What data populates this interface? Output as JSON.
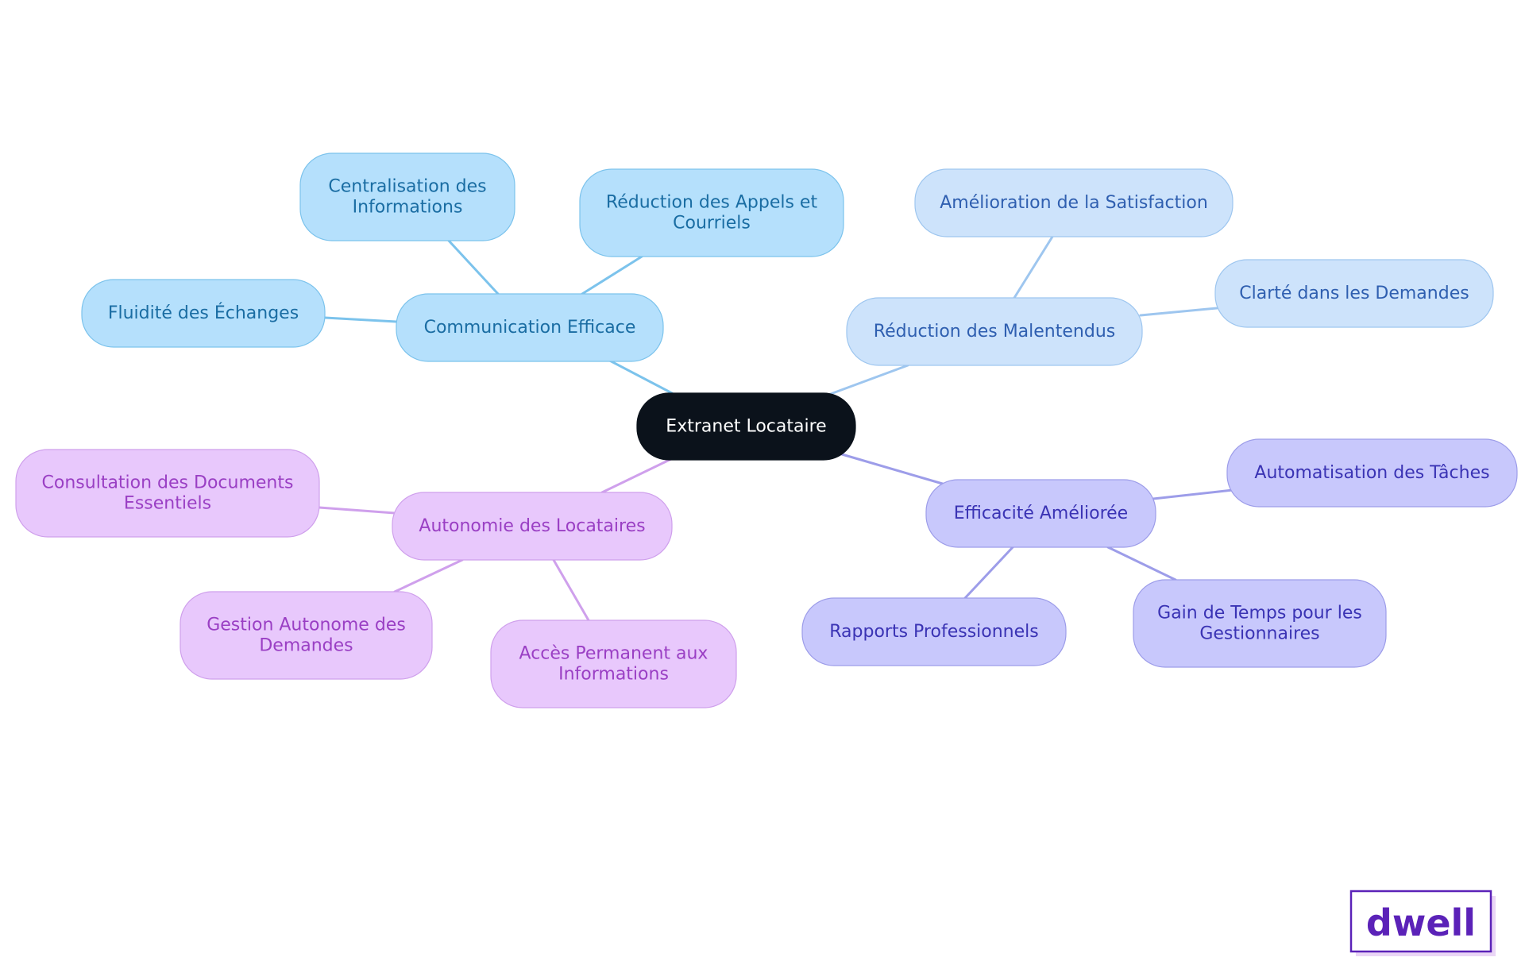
{
  "diagram": {
    "type": "mindmap",
    "root": {
      "label": "Extranet Locataire",
      "color": "#0b121b",
      "text_color": "#ffffff"
    },
    "branches": [
      {
        "id": "communication",
        "label": "Communication Efficace",
        "fill": "#b5e0fc",
        "stroke": "#7cc3ec",
        "text_color": "#1a6da3",
        "line_color": "#7cc3ec",
        "children": [
          {
            "id": "centralisation",
            "label_lines": [
              "Centralisation des",
              "Informations"
            ]
          },
          {
            "id": "reduction-appels",
            "label_lines": [
              "Réduction des Appels et",
              "Courriels"
            ]
          },
          {
            "id": "fluidite",
            "label_lines": [
              "Fluidité des Échanges"
            ]
          }
        ]
      },
      {
        "id": "malentendus",
        "label": "Réduction des Malentendus",
        "fill": "#cde3fb",
        "stroke": "#9ec6ef",
        "text_color": "#2f5fb0",
        "line_color": "#9ec6ef",
        "children": [
          {
            "id": "satisfaction",
            "label_lines": [
              "Amélioration de la Satisfaction"
            ]
          },
          {
            "id": "clarte",
            "label_lines": [
              "Clarté dans les Demandes"
            ]
          }
        ]
      },
      {
        "id": "efficacite",
        "label": "Efficacité Améliorée",
        "fill": "#c8c8fc",
        "stroke": "#9d9de9",
        "text_color": "#3a33b4",
        "line_color": "#9d9de9",
        "children": [
          {
            "id": "automatisation",
            "label_lines": [
              "Automatisation des Tâches"
            ]
          },
          {
            "id": "rapports",
            "label_lines": [
              "Rapports Professionnels"
            ]
          },
          {
            "id": "gain-temps",
            "label_lines": [
              "Gain de Temps pour les",
              "Gestionnaires"
            ]
          }
        ]
      },
      {
        "id": "autonomie",
        "label": "Autonomie des Locataires",
        "fill": "#e8c8fc",
        "stroke": "#cfa0ec",
        "text_color": "#9a3fc4",
        "line_color": "#cfa0ec",
        "children": [
          {
            "id": "consultation",
            "label_lines": [
              "Consultation des Documents",
              "Essentiels"
            ]
          },
          {
            "id": "gestion",
            "label_lines": [
              "Gestion Autonome des",
              "Demandes"
            ]
          },
          {
            "id": "acces",
            "label_lines": [
              "Accès Permanent aux",
              "Informations"
            ]
          }
        ]
      }
    ]
  },
  "logo": {
    "text": "dwell",
    "color": "#5b22b8",
    "shadow_color": "#ead6f6"
  }
}
